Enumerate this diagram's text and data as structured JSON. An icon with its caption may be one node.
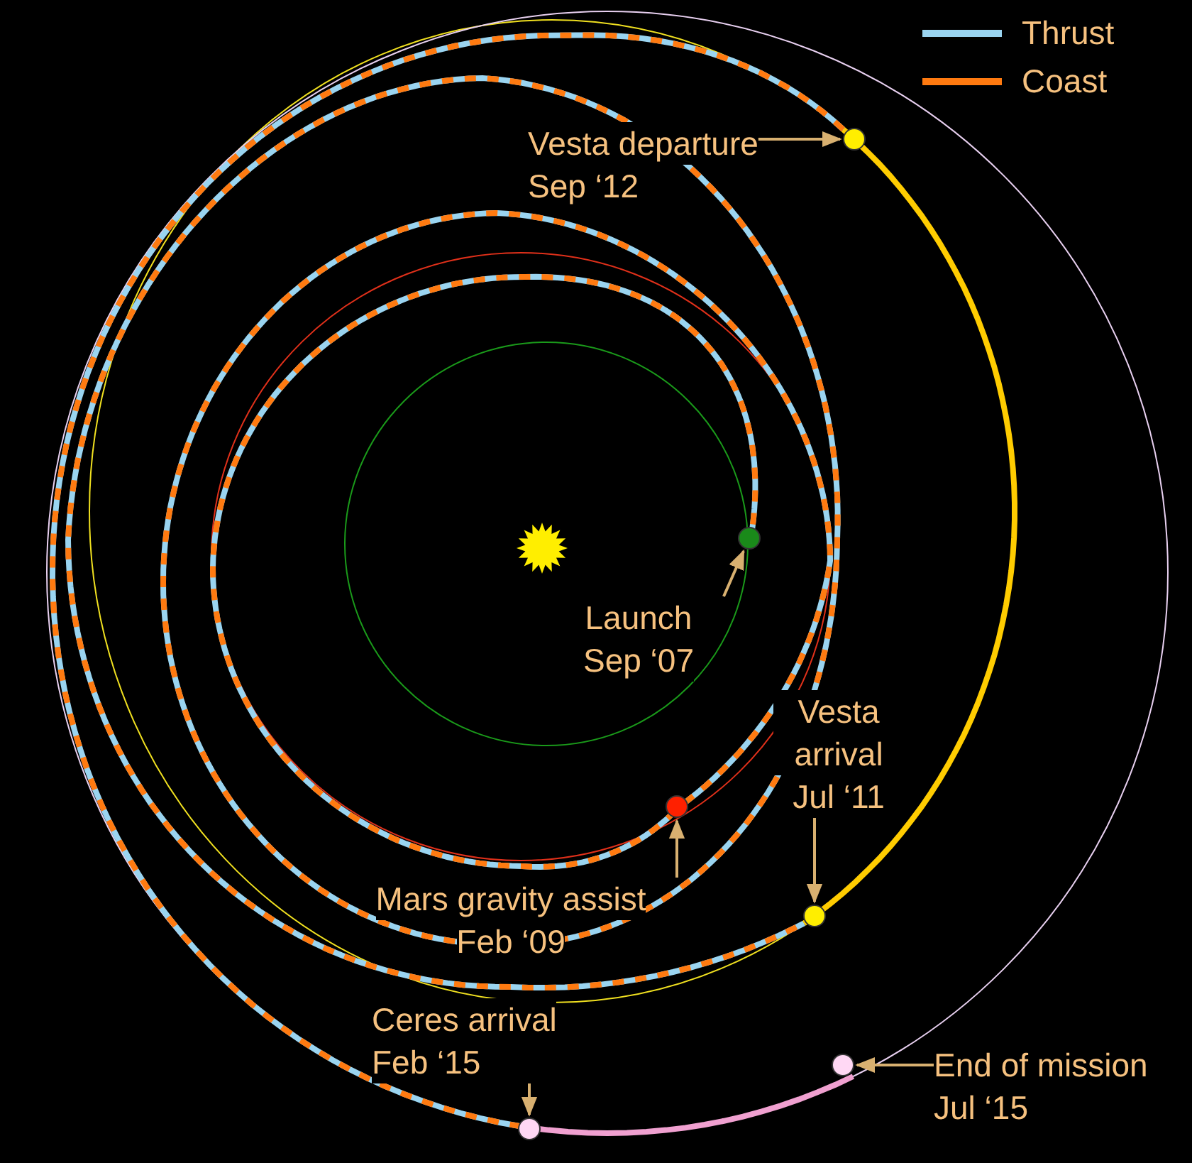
{
  "diagram": {
    "nodes": [
      {
        "text": [
          "Vesta departure",
          "Sep ‘12"
        ]
      },
      {
        "text": [],
        "shape": "circle"
      },
      {
        "text": [
          "Launch",
          "Sep ‘07"
        ]
      },
      {
        "text": [],
        "shape": "circle"
      },
      {
        "text": [
          "Vesta arrival",
          "Jul ‘11"
        ]
      },
      {
        "text": [],
        "shape": "circle"
      },
      {
        "text": [
          "Mars gravity assist",
          "Feb ‘09"
        ]
      },
      {
        "text": [],
        "shape": "circle"
      },
      {
        "text": [
          "Ceres arrival",
          "Feb ‘15"
        ]
      },
      {
        "text": [],
        "shape": "circle"
      },
      {
        "text": [
          "End of mission",
          "Jul ‘15"
        ]
      },
      {
        "text": [],
        "shape": "circle"
      }
    ],
    "edges": [
      {
        "from": 0,
        "to": 1,
        "arrow": "to"
      },
      {
        "from": 2,
        "to": 3,
        "arrow": "to"
      },
      {
        "from": 4,
        "to": 5,
        "arrow": "to"
      },
      {
        "from": 6,
        "to": 7,
        "arrow": "to"
      },
      {
        "from": 8,
        "to": 9,
        "arrow": "to"
      },
      {
        "from": 10,
        "to": 11,
        "arrow": "to"
      }
    ],
    "legend": [
      {
        "text": "Thrust"
      },
      {
        "text": "Coast"
      }
    ]
  }
}
